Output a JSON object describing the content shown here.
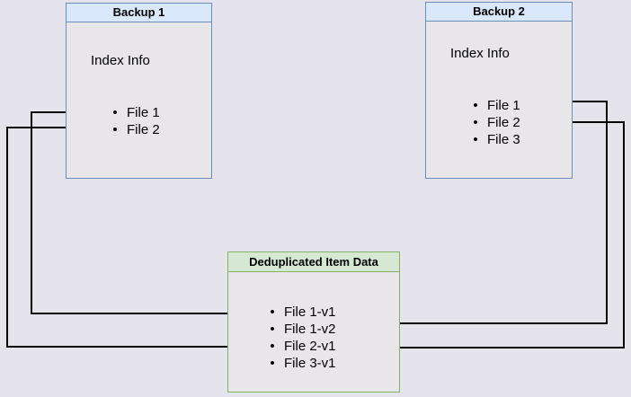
{
  "diagram": {
    "bullet_glyph": "•",
    "backup1": {
      "title": "Backup 1",
      "index_label": "Index Info",
      "files": [
        "File 1",
        "File 2"
      ]
    },
    "backup2": {
      "title": "Backup 2",
      "index_label": "Index Info",
      "files": [
        "File 1",
        "File 2",
        "File 3"
      ]
    },
    "dedup_store": {
      "title": "Deduplicated Item Data",
      "items": [
        "File 1-v1",
        "File 1-v2",
        "File 2-v1",
        "File 3-v1"
      ]
    },
    "connections": [
      {
        "from": "Backup 1 / File 1",
        "to": "File 1-v1"
      },
      {
        "from": "Backup 1 / File 2",
        "to": "File 2-v1"
      },
      {
        "from": "Backup 2 / File 1",
        "to": "File 1-v2"
      },
      {
        "from": "Backup 2 / File 2",
        "to": "File 2-v1"
      }
    ],
    "colors": {
      "background": "#e5e3ec",
      "blue_fill": "#dae8fc",
      "blue_border": "#6c8ebf",
      "green_fill": "#d5e8d4",
      "green_border": "#82b366",
      "panel_body_fill": "#e8e6e9",
      "line": "#000000",
      "text": "#000000"
    }
  }
}
